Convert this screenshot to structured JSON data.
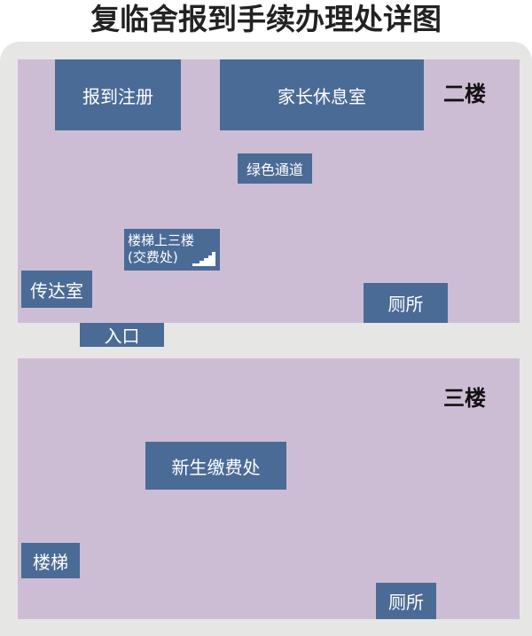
{
  "title": "复临舍报到手续办理处详图",
  "floor2": {
    "label": "二楼",
    "rooms": {
      "registration": "报到注册",
      "parent_lounge": "家长休息室",
      "green_channel": "绿色通道",
      "stairs_line1": "楼梯上三楼",
      "stairs_line2": "(交费处)",
      "reception": "传达室",
      "toilet": "厕所",
      "entrance": "入口"
    }
  },
  "floor3": {
    "label": "三楼",
    "rooms": {
      "payment": "新生缴费处",
      "stairs": "楼梯",
      "toilet": "厕所"
    }
  },
  "colors": {
    "room": "#4b6b97",
    "floor": "#cdbdd4",
    "background": "#e6e6e5"
  }
}
